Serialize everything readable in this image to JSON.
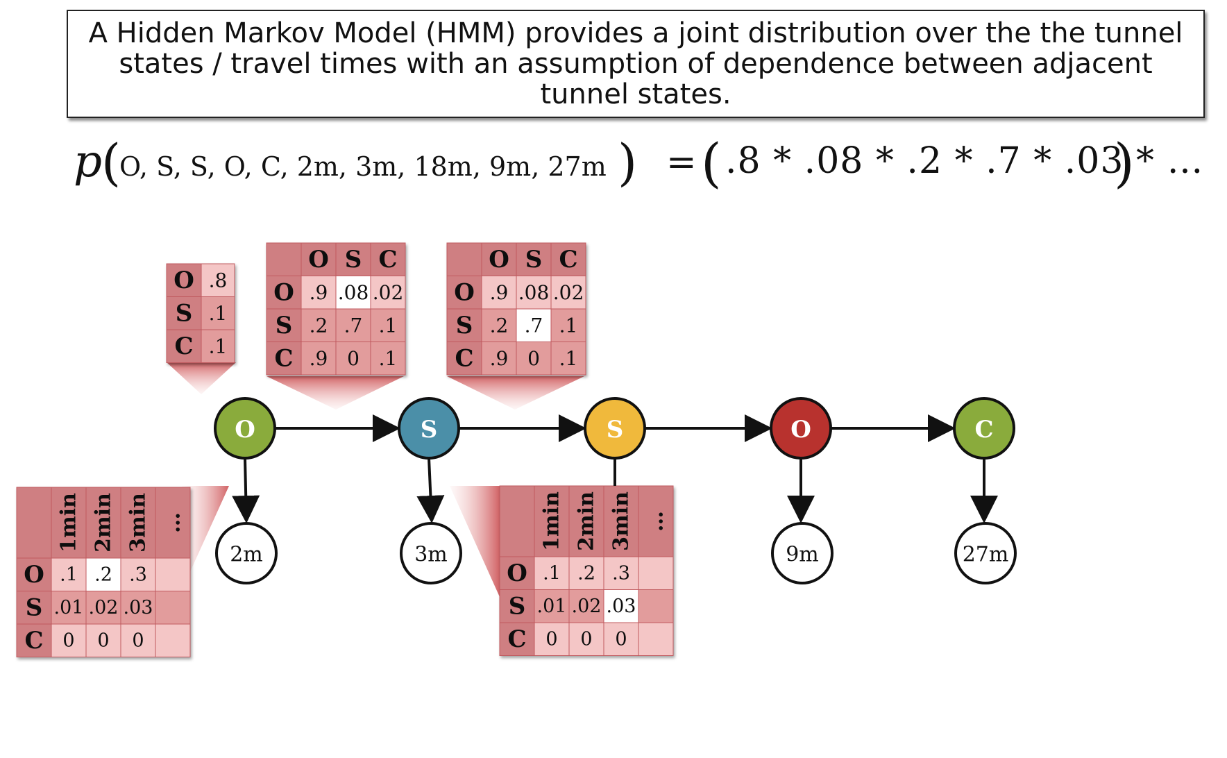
{
  "caption": "A Hidden Markov Model (HMM) provides a joint distribution over the the tunnel states / travel times with an assumption of dependence between adjacent tunnel states.",
  "formula": {
    "function": "p",
    "arguments": "O, S, S, O, C, 2m, 3m, 18m, 9m, 27m",
    "equals": "=",
    "product": ".8 * .08 * .2 * .7 * .03 * …"
  },
  "colors": {
    "green": "#8aab3c",
    "blue": "#4b8fa8",
    "yellow": "#f0b93c",
    "red": "#b8322e",
    "table_dark": "#cf7f82",
    "table_mid": "#e29c9c",
    "table_light": "#f4c6c6",
    "highlight": "#ffffff"
  },
  "states": [
    {
      "label": "O",
      "color": "#8aab3c"
    },
    {
      "label": "S",
      "color": "#4b8fa8"
    },
    {
      "label": "S",
      "color": "#f0b93c"
    },
    {
      "label": "O",
      "color": "#b8322e"
    },
    {
      "label": "C",
      "color": "#8aab3c"
    }
  ],
  "observations": [
    "2m",
    "3m",
    "",
    "9m",
    "27m"
  ],
  "initial_table": {
    "rows": [
      {
        "label": "O",
        "value": ".8"
      },
      {
        "label": "S",
        "value": ".1"
      },
      {
        "label": "C",
        "value": ".1"
      }
    ]
  },
  "transition_tables": [
    {
      "columns": [
        "O",
        "S",
        "C"
      ],
      "rows": [
        {
          "label": "O",
          "values": [
            ".9",
            ".08",
            ".02"
          ]
        },
        {
          "label": "S",
          "values": [
            ".2",
            ".7",
            ".1"
          ]
        },
        {
          "label": "C",
          "values": [
            ".9",
            "0",
            ".1"
          ]
        }
      ],
      "highlight": [
        0,
        1
      ]
    },
    {
      "columns": [
        "O",
        "S",
        "C"
      ],
      "rows": [
        {
          "label": "O",
          "values": [
            ".9",
            ".08",
            ".02"
          ]
        },
        {
          "label": "S",
          "values": [
            ".2",
            ".7",
            ".1"
          ]
        },
        {
          "label": "C",
          "values": [
            ".9",
            "0",
            ".1"
          ]
        }
      ],
      "highlight": [
        1,
        1
      ]
    }
  ],
  "emission_tables": [
    {
      "columns": [
        "1min",
        "2min",
        "3min",
        "…"
      ],
      "rows": [
        {
          "label": "O",
          "values": [
            ".1",
            ".2",
            ".3",
            ""
          ]
        },
        {
          "label": "S",
          "values": [
            ".01",
            ".02",
            ".03",
            ""
          ]
        },
        {
          "label": "C",
          "values": [
            "0",
            "0",
            "0",
            ""
          ]
        }
      ],
      "highlight": [
        0,
        1
      ]
    },
    {
      "columns": [
        "1min",
        "2min",
        "3min",
        "…"
      ],
      "rows": [
        {
          "label": "O",
          "values": [
            ".1",
            ".2",
            ".3",
            ""
          ]
        },
        {
          "label": "S",
          "values": [
            ".01",
            ".02",
            ".03",
            ""
          ]
        },
        {
          "label": "C",
          "values": [
            "0",
            "0",
            "0",
            ""
          ]
        }
      ],
      "highlight": [
        1,
        2
      ]
    }
  ]
}
